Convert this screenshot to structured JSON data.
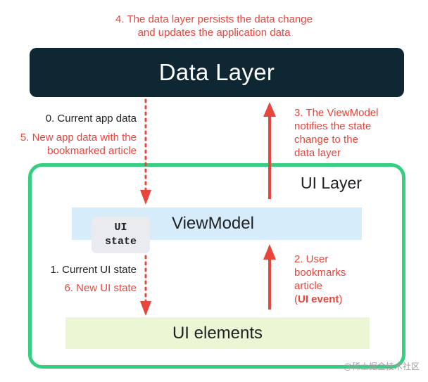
{
  "top_note": {
    "line1": "4. The data layer persists the data change",
    "line2": "and updates the application data"
  },
  "data_layer": {
    "title": "Data Layer"
  },
  "left_upper_notes": {
    "current": "0. Current app data",
    "new_line1": "5. New app data with the",
    "new_line2": "bookmarked article"
  },
  "right_upper_note": {
    "line1": "3. The ViewModel",
    "line2": "notifies the state",
    "line3": "change to the",
    "line4": "data layer"
  },
  "ui_layer": {
    "title": "UI Layer"
  },
  "viewmodel": {
    "title": "ViewModel"
  },
  "ui_state": {
    "line1": "UI",
    "line2": "state"
  },
  "left_lower_notes": {
    "current": "1. Current UI state",
    "new": "6. New UI state"
  },
  "right_lower_note": {
    "line1": "2. User",
    "line2": "bookmarks",
    "line3": "article",
    "paren_open": "(",
    "event": "UI event",
    "paren_close": ")"
  },
  "ui_elements": {
    "title": "UI elements"
  },
  "watermark": "@稀土掘金技术社区",
  "colors": {
    "accent_red": "#e8453c",
    "data_layer_bg": "#0f2733",
    "ui_layer_border": "#35d07f",
    "viewmodel_bg": "#d6ecfb",
    "ui_elements_bg": "#eaf6d4",
    "ui_state_bg": "#e9ebee"
  }
}
